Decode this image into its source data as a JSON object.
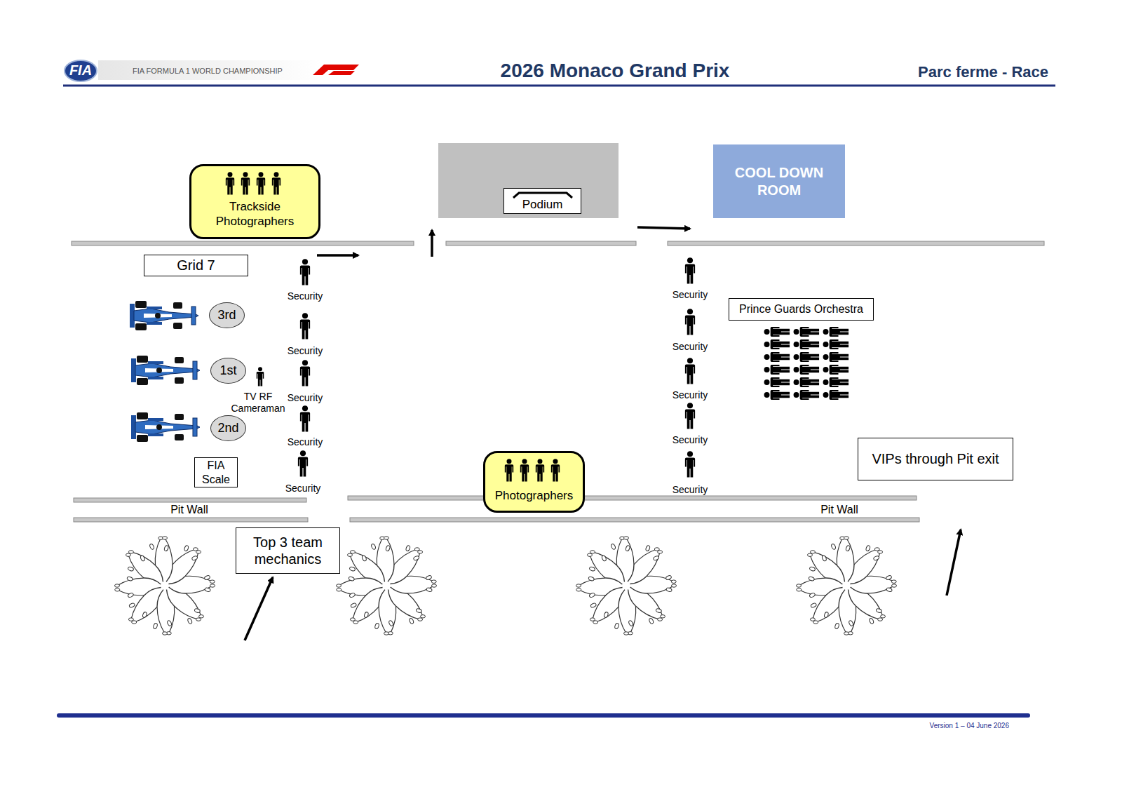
{
  "diagram": {
    "title": "2026 Monaco Grand Prix",
    "nodes": [
      {
        "text": [
          "Trackside Photographers"
        ]
      },
      {
        "text": [
          "Podium"
        ]
      },
      {
        "text": [
          "COOL DOWN ROOM"
        ]
      },
      {
        "text": [
          "Grid 7"
        ]
      },
      {
        "text": [
          "3rd"
        ]
      },
      {
        "text": [
          "Prince Guards Orchestra"
        ]
      },
      {
        "text": [
          "1st"
        ]
      },
      {
        "text": [
          "2nd"
        ]
      },
      {
        "text": [
          "FIA Scale"
        ]
      },
      {
        "text": [
          "VIPs through Pit exit"
        ]
      },
      {
        "text": [
          "Photographers"
        ]
      },
      {
        "text": [
          "Top 3 team mechanics"
        ]
      }
    ],
    "labels": [
      "FIA",
      "FIA FORMULA 1 WORLD CHAMPIONSHIP",
      "Parc ferme - Race",
      "TV RF Cameraman",
      "Security",
      "Security",
      "Security",
      "Security",
      "Security",
      "Security",
      "Security",
      "Security",
      "Security",
      "Security",
      "Pit Wall",
      "Pit Wall",
      "Version 1 – 04 June 2026"
    ]
  }
}
